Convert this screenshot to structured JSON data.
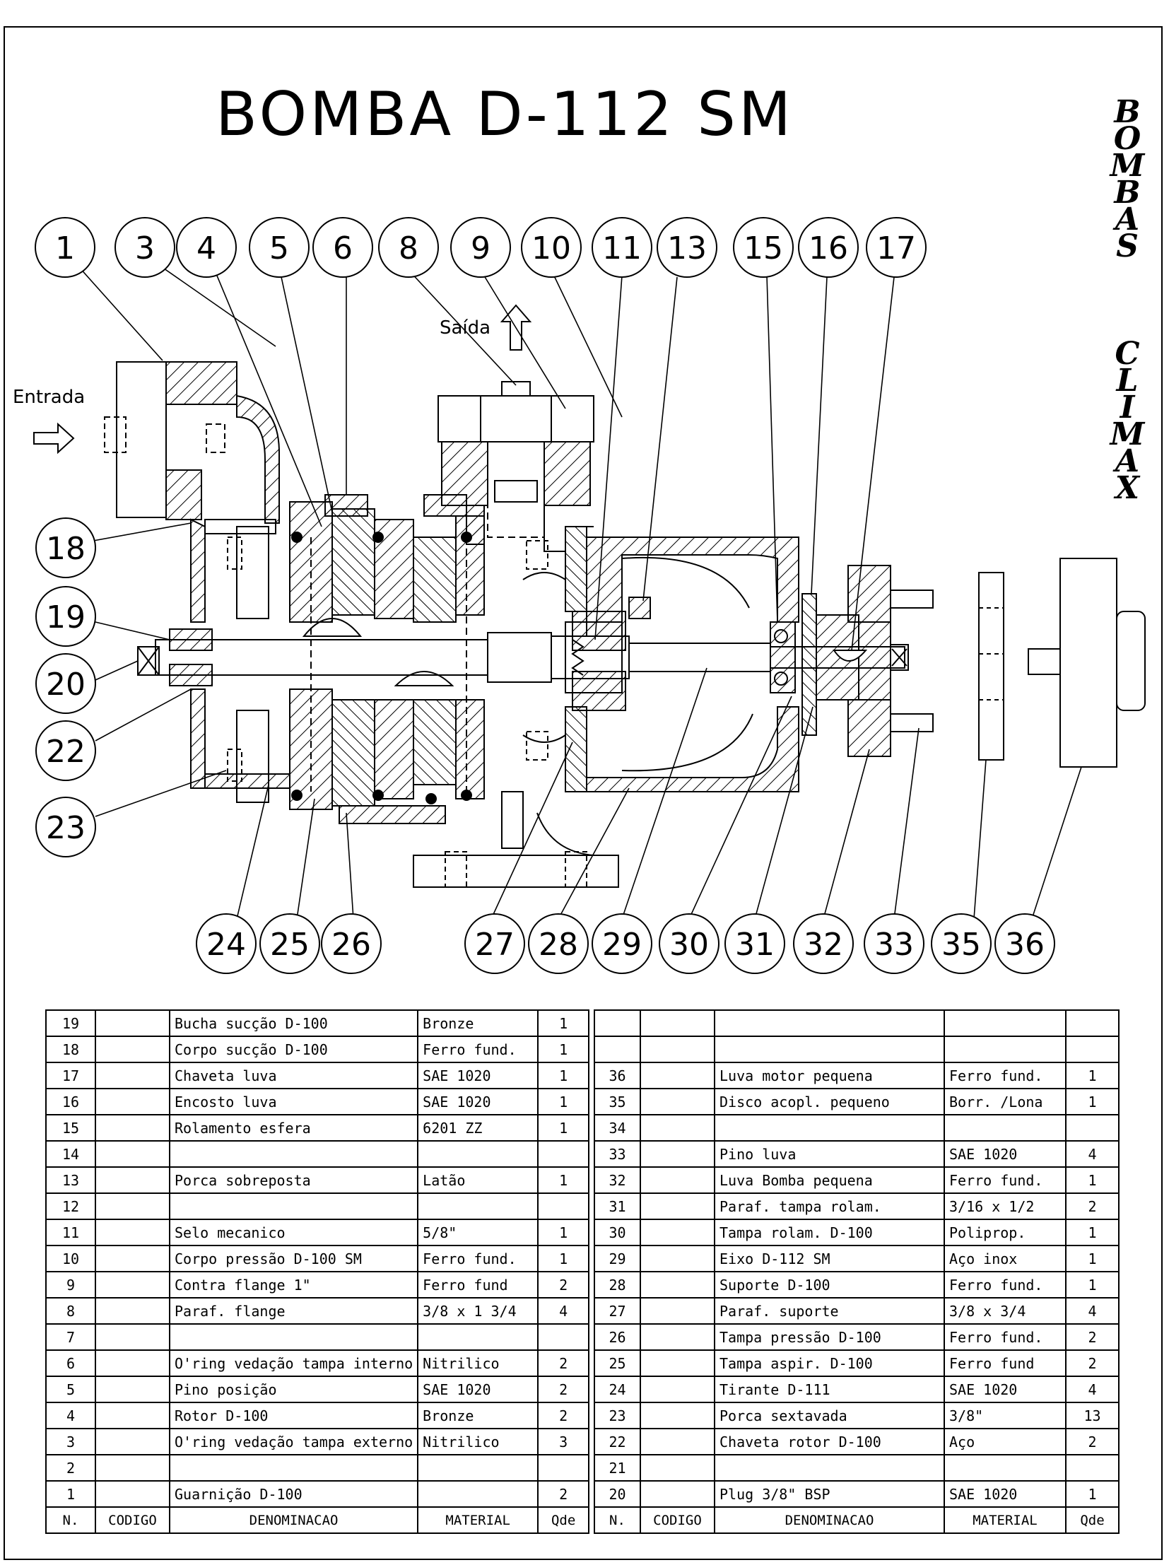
{
  "title": "BOMBA  D-112 SM",
  "brand": {
    "word1": [
      "B",
      "O",
      "M",
      "B",
      "A",
      "S"
    ],
    "word2": [
      "C",
      "L",
      "I",
      "M",
      "A",
      "X"
    ]
  },
  "drawing": {
    "inlet_label": "Entrada",
    "outlet_label": "Saída",
    "callouts_top": [
      "1",
      "3",
      "4",
      "5",
      "6",
      "8",
      "9",
      "10",
      "11",
      "13",
      "15",
      "16",
      "17"
    ],
    "callouts_left": [
      "18",
      "19",
      "20",
      "22",
      "23"
    ],
    "callouts_bottom": [
      "24",
      "25",
      "26",
      "27",
      "28",
      "29",
      "30",
      "31",
      "32",
      "33",
      "35",
      "36"
    ]
  },
  "table_headers": {
    "n": "N.",
    "code": "CODIGO",
    "name": "DENOMINACAO",
    "material": "MATERIAL",
    "qty": "Qde"
  },
  "parts_left": [
    {
      "n": "19",
      "code": "",
      "name": "Bucha sucção D-100",
      "material": "Bronze",
      "qty": "1"
    },
    {
      "n": "18",
      "code": "",
      "name": "Corpo sucção D-100",
      "material": "Ferro fund.",
      "qty": "1"
    },
    {
      "n": "17",
      "code": "",
      "name": "Chaveta luva",
      "material": "SAE 1020",
      "qty": "1"
    },
    {
      "n": "16",
      "code": "",
      "name": "Encosto luva",
      "material": "SAE 1020",
      "qty": "1"
    },
    {
      "n": "15",
      "code": "",
      "name": "Rolamento esfera",
      "material": "6201 ZZ",
      "qty": "1"
    },
    {
      "n": "14",
      "code": "",
      "name": "",
      "material": "",
      "qty": ""
    },
    {
      "n": "13",
      "code": "",
      "name": "Porca sobreposta",
      "material": "Latão",
      "qty": "1"
    },
    {
      "n": "12",
      "code": "",
      "name": "",
      "material": "",
      "qty": ""
    },
    {
      "n": "11",
      "code": "",
      "name": "Selo mecanico",
      "material": "5/8\"",
      "qty": "1"
    },
    {
      "n": "10",
      "code": "",
      "name": "Corpo pressão D-100 SM",
      "material": "Ferro fund.",
      "qty": "1"
    },
    {
      "n": "9",
      "code": "",
      "name": "Contra flange 1\"",
      "material": "Ferro fund",
      "qty": "2"
    },
    {
      "n": "8",
      "code": "",
      "name": "Paraf. flange",
      "material": "3/8 x 1 3/4",
      "qty": "4"
    },
    {
      "n": "7",
      "code": "",
      "name": "",
      "material": "",
      "qty": ""
    },
    {
      "n": "6",
      "code": "",
      "name": "O'ring vedação tampa interno",
      "material": "Nitrilico",
      "qty": "2"
    },
    {
      "n": "5",
      "code": "",
      "name": "Pino posição",
      "material": "SAE 1020",
      "qty": "2"
    },
    {
      "n": "4",
      "code": "",
      "name": "Rotor D-100",
      "material": "Bronze",
      "qty": "2"
    },
    {
      "n": "3",
      "code": "",
      "name": "O'ring vedação tampa externo",
      "material": "Nitrilico",
      "qty": "3"
    },
    {
      "n": "2",
      "code": "",
      "name": "",
      "material": "",
      "qty": ""
    },
    {
      "n": "1",
      "code": "",
      "name": "Guarnição D-100",
      "material": "",
      "qty": "2"
    }
  ],
  "parts_right": [
    {
      "n": "",
      "code": "",
      "name": "",
      "material": "",
      "qty": ""
    },
    {
      "n": "",
      "code": "",
      "name": "",
      "material": "",
      "qty": ""
    },
    {
      "n": "36",
      "code": "",
      "name": "Luva motor pequena",
      "material": "Ferro fund.",
      "qty": "1"
    },
    {
      "n": "35",
      "code": "",
      "name": "Disco acopl. pequeno",
      "material": "Borr. /Lona",
      "qty": "1"
    },
    {
      "n": "34",
      "code": "",
      "name": "",
      "material": "",
      "qty": ""
    },
    {
      "n": "33",
      "code": "",
      "name": "Pino luva",
      "material": "SAE 1020",
      "qty": "4"
    },
    {
      "n": "32",
      "code": "",
      "name": "Luva Bomba pequena",
      "material": "Ferro fund.",
      "qty": "1"
    },
    {
      "n": "31",
      "code": "",
      "name": "Paraf. tampa rolam.",
      "material": "3/16 x 1/2",
      "qty": "2"
    },
    {
      "n": "30",
      "code": "",
      "name": "Tampa rolam. D-100",
      "material": "Poliprop.",
      "qty": "1"
    },
    {
      "n": "29",
      "code": "",
      "name": "Eixo D-112 SM",
      "material": "Aço inox",
      "qty": "1"
    },
    {
      "n": "28",
      "code": "",
      "name": "Suporte D-100",
      "material": "Ferro fund.",
      "qty": "1"
    },
    {
      "n": "27",
      "code": "",
      "name": "Paraf. suporte",
      "material": "3/8 x 3/4",
      "qty": "4"
    },
    {
      "n": "26",
      "code": "",
      "name": "Tampa pressão D-100",
      "material": "Ferro fund.",
      "qty": "2"
    },
    {
      "n": "25",
      "code": "",
      "name": "Tampa aspir. D-100",
      "material": "Ferro fund",
      "qty": "2"
    },
    {
      "n": "24",
      "code": "",
      "name": "Tirante D-111",
      "material": "SAE 1020",
      "qty": "4"
    },
    {
      "n": "23",
      "code": "",
      "name": "Porca sextavada",
      "material": "3/8\"",
      "qty": "13"
    },
    {
      "n": "22",
      "code": "",
      "name": "Chaveta rotor D-100",
      "material": "Aço",
      "qty": "2"
    },
    {
      "n": "21",
      "code": "",
      "name": "",
      "material": "",
      "qty": ""
    },
    {
      "n": "20",
      "code": "",
      "name": "Plug 3/8\" BSP",
      "material": "SAE 1020",
      "qty": "1"
    }
  ]
}
